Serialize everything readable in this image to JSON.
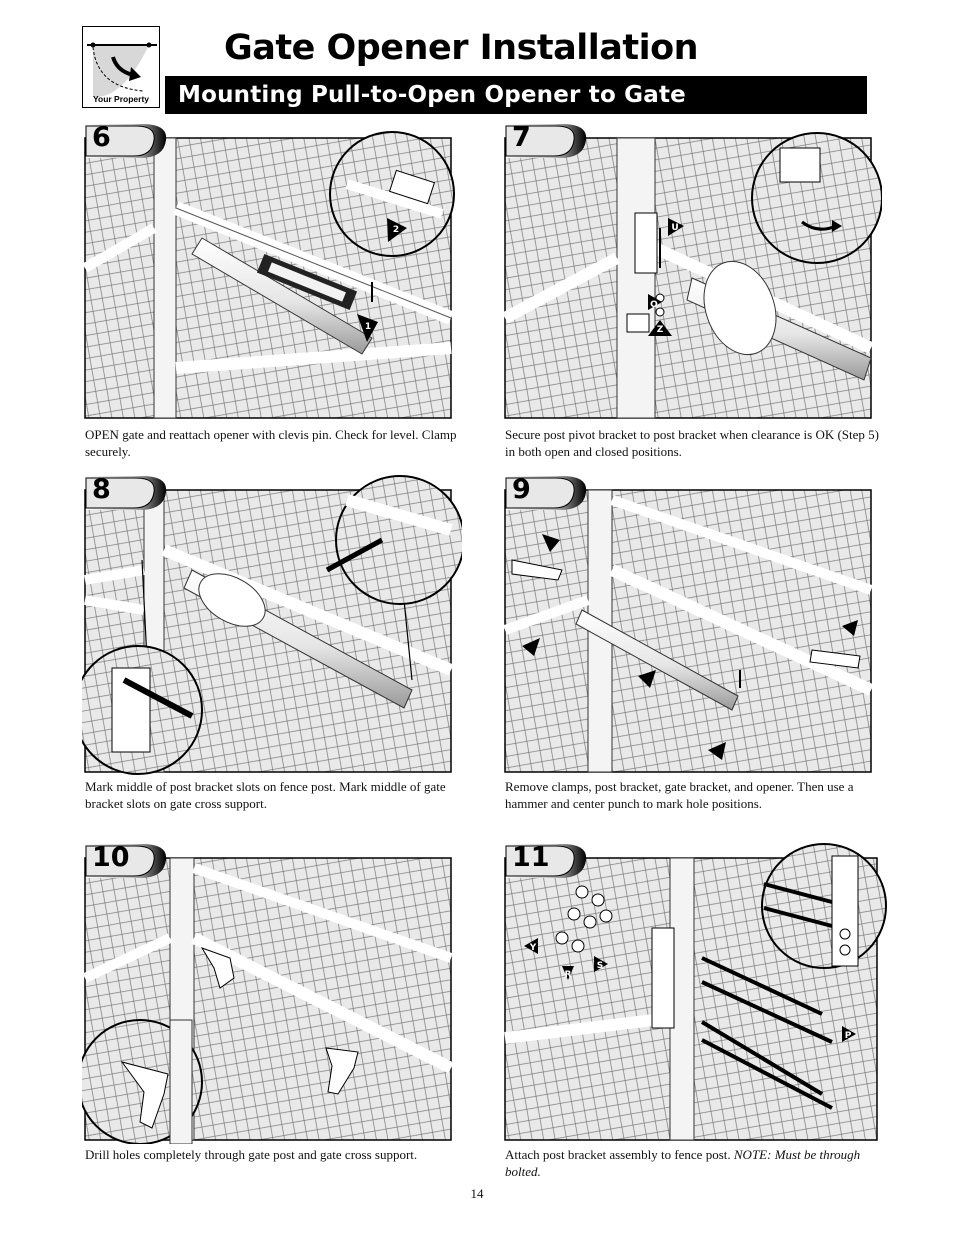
{
  "header": {
    "title": "Gate Opener Installation",
    "section": "Mounting Pull-to-Open Opener to Gate",
    "logo_label": "Your Property"
  },
  "steps": [
    {
      "number": "6",
      "caption": "OPEN gate and reattach opener with clevis pin. Check for level. Clamp securely.",
      "callouts": [
        "1",
        "2"
      ]
    },
    {
      "number": "7",
      "caption": "Secure post pivot bracket to post bracket when clearance is OK (Step 5) in both open and closed positions.",
      "callouts": [
        "U",
        "O",
        "Z"
      ]
    },
    {
      "number": "8",
      "caption": "Mark middle of post bracket slots on fence post. Mark middle of gate bracket slots on gate cross support.",
      "callouts": []
    },
    {
      "number": "9",
      "caption": "Remove clamps, post bracket, gate bracket, and opener. Then use a hammer and center punch to mark hole positions.",
      "callouts": []
    },
    {
      "number": "10",
      "caption": "Drill holes completely through gate post and gate cross support.",
      "callouts": []
    },
    {
      "number": "11",
      "caption": "Attach post bracket assembly to fence post.",
      "note": "NOTE: Must be through bolted.",
      "callouts": [
        "Y",
        "R",
        "S",
        "P"
      ]
    }
  ],
  "page_number": "14",
  "icons": [
    "gate-arrow-icon",
    "step-badge-icon"
  ]
}
